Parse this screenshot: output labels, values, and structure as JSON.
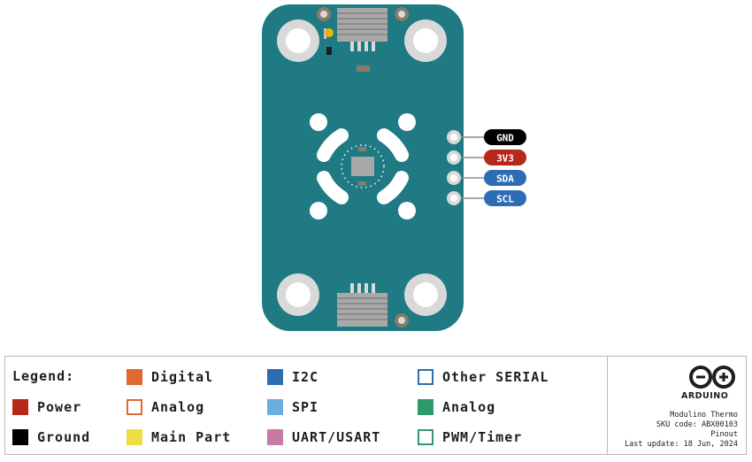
{
  "board": {
    "name": "Modulino Thermo",
    "pcb_color": "#1f7a83",
    "pins": [
      {
        "label": "GND",
        "color": "#000000"
      },
      {
        "label": "3V3",
        "color": "#b5281a"
      },
      {
        "label": "SDA",
        "color": "#2e6db5"
      },
      {
        "label": "SCL",
        "color": "#2e6db5"
      }
    ]
  },
  "legend": {
    "title": "Legend:",
    "items": [
      {
        "label": "Power",
        "color": "#b5281a",
        "style": "filled"
      },
      {
        "label": "Ground",
        "color": "#000000",
        "style": "filled"
      },
      {
        "label": "Digital",
        "color": "#e06a2e",
        "style": "filled"
      },
      {
        "label": "Analog",
        "color": "#e06a2e",
        "style": "outline"
      },
      {
        "label": "Main Part",
        "color": "#eedd45",
        "style": "filled"
      },
      {
        "label": "I2C",
        "color": "#2d6eb0",
        "style": "filled"
      },
      {
        "label": "SPI",
        "color": "#6aaee0",
        "style": "filled"
      },
      {
        "label": "UART/USART",
        "color": "#c879a6",
        "style": "filled"
      },
      {
        "label": "Other SERIAL",
        "color": "#2d6eb0",
        "style": "outline"
      },
      {
        "label": "Analog",
        "color": "#2e9a6a",
        "style": "filled"
      },
      {
        "label": "PWM/Timer",
        "color": "#2e9a6a",
        "style": "outline"
      }
    ]
  },
  "info": {
    "brand": "ARDUINO",
    "product": "Modulino Thermo",
    "sku": "SKU code: ABX00103",
    "doc_type": "Pinout",
    "last_update": "Last update: 18 Jun, 2024",
    "logo_color": "#1e1e1e"
  }
}
